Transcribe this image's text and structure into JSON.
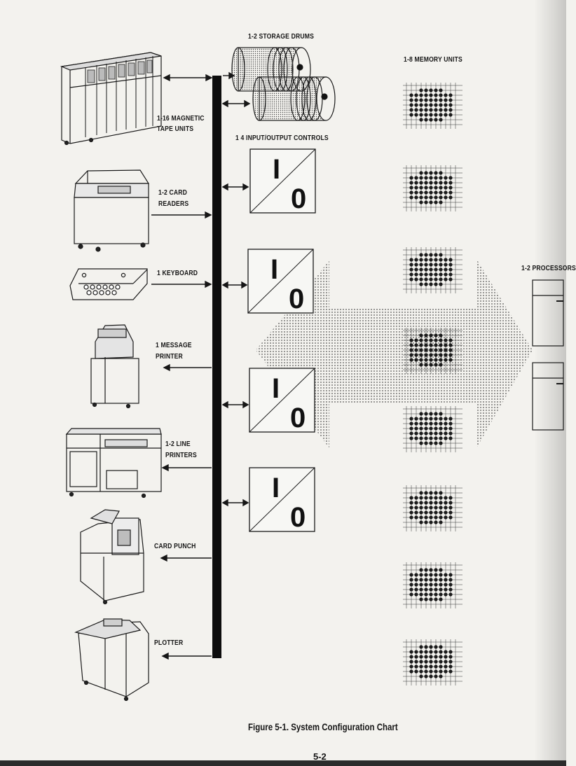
{
  "labels": {
    "storage_drums": "1-2 STORAGE DRUMS",
    "memory_units": "1-8 MEMORY  UNITS",
    "tape_units_line1": "1-16 MAGNETIC",
    "tape_units_line2": "TAPE UNITS",
    "io_controls": "1 4 INPUT/OUTPUT CONTROLS",
    "card_readers_line1": "1-2 CARD",
    "card_readers_line2": "READERS",
    "keyboard": "1 KEYBOARD",
    "processors": "1-2 PROCESSORS",
    "message_printer_line1": "1 MESSAGE",
    "message_printer_line2": "PRINTER",
    "line_printers_line1": "1-2 LINE",
    "line_printers_line2": "PRINTERS",
    "card_punch": "CARD PUNCH",
    "plotter": "PLOTTER"
  },
  "io_glyph_top": "I",
  "io_glyph_bottom": "0",
  "caption": "Figure 5-1. System Configuration Chart",
  "page_number": "5-2",
  "colors": {
    "paper": "#f3f2ee",
    "ink": "#161616",
    "bus": "#0d0d0d"
  }
}
